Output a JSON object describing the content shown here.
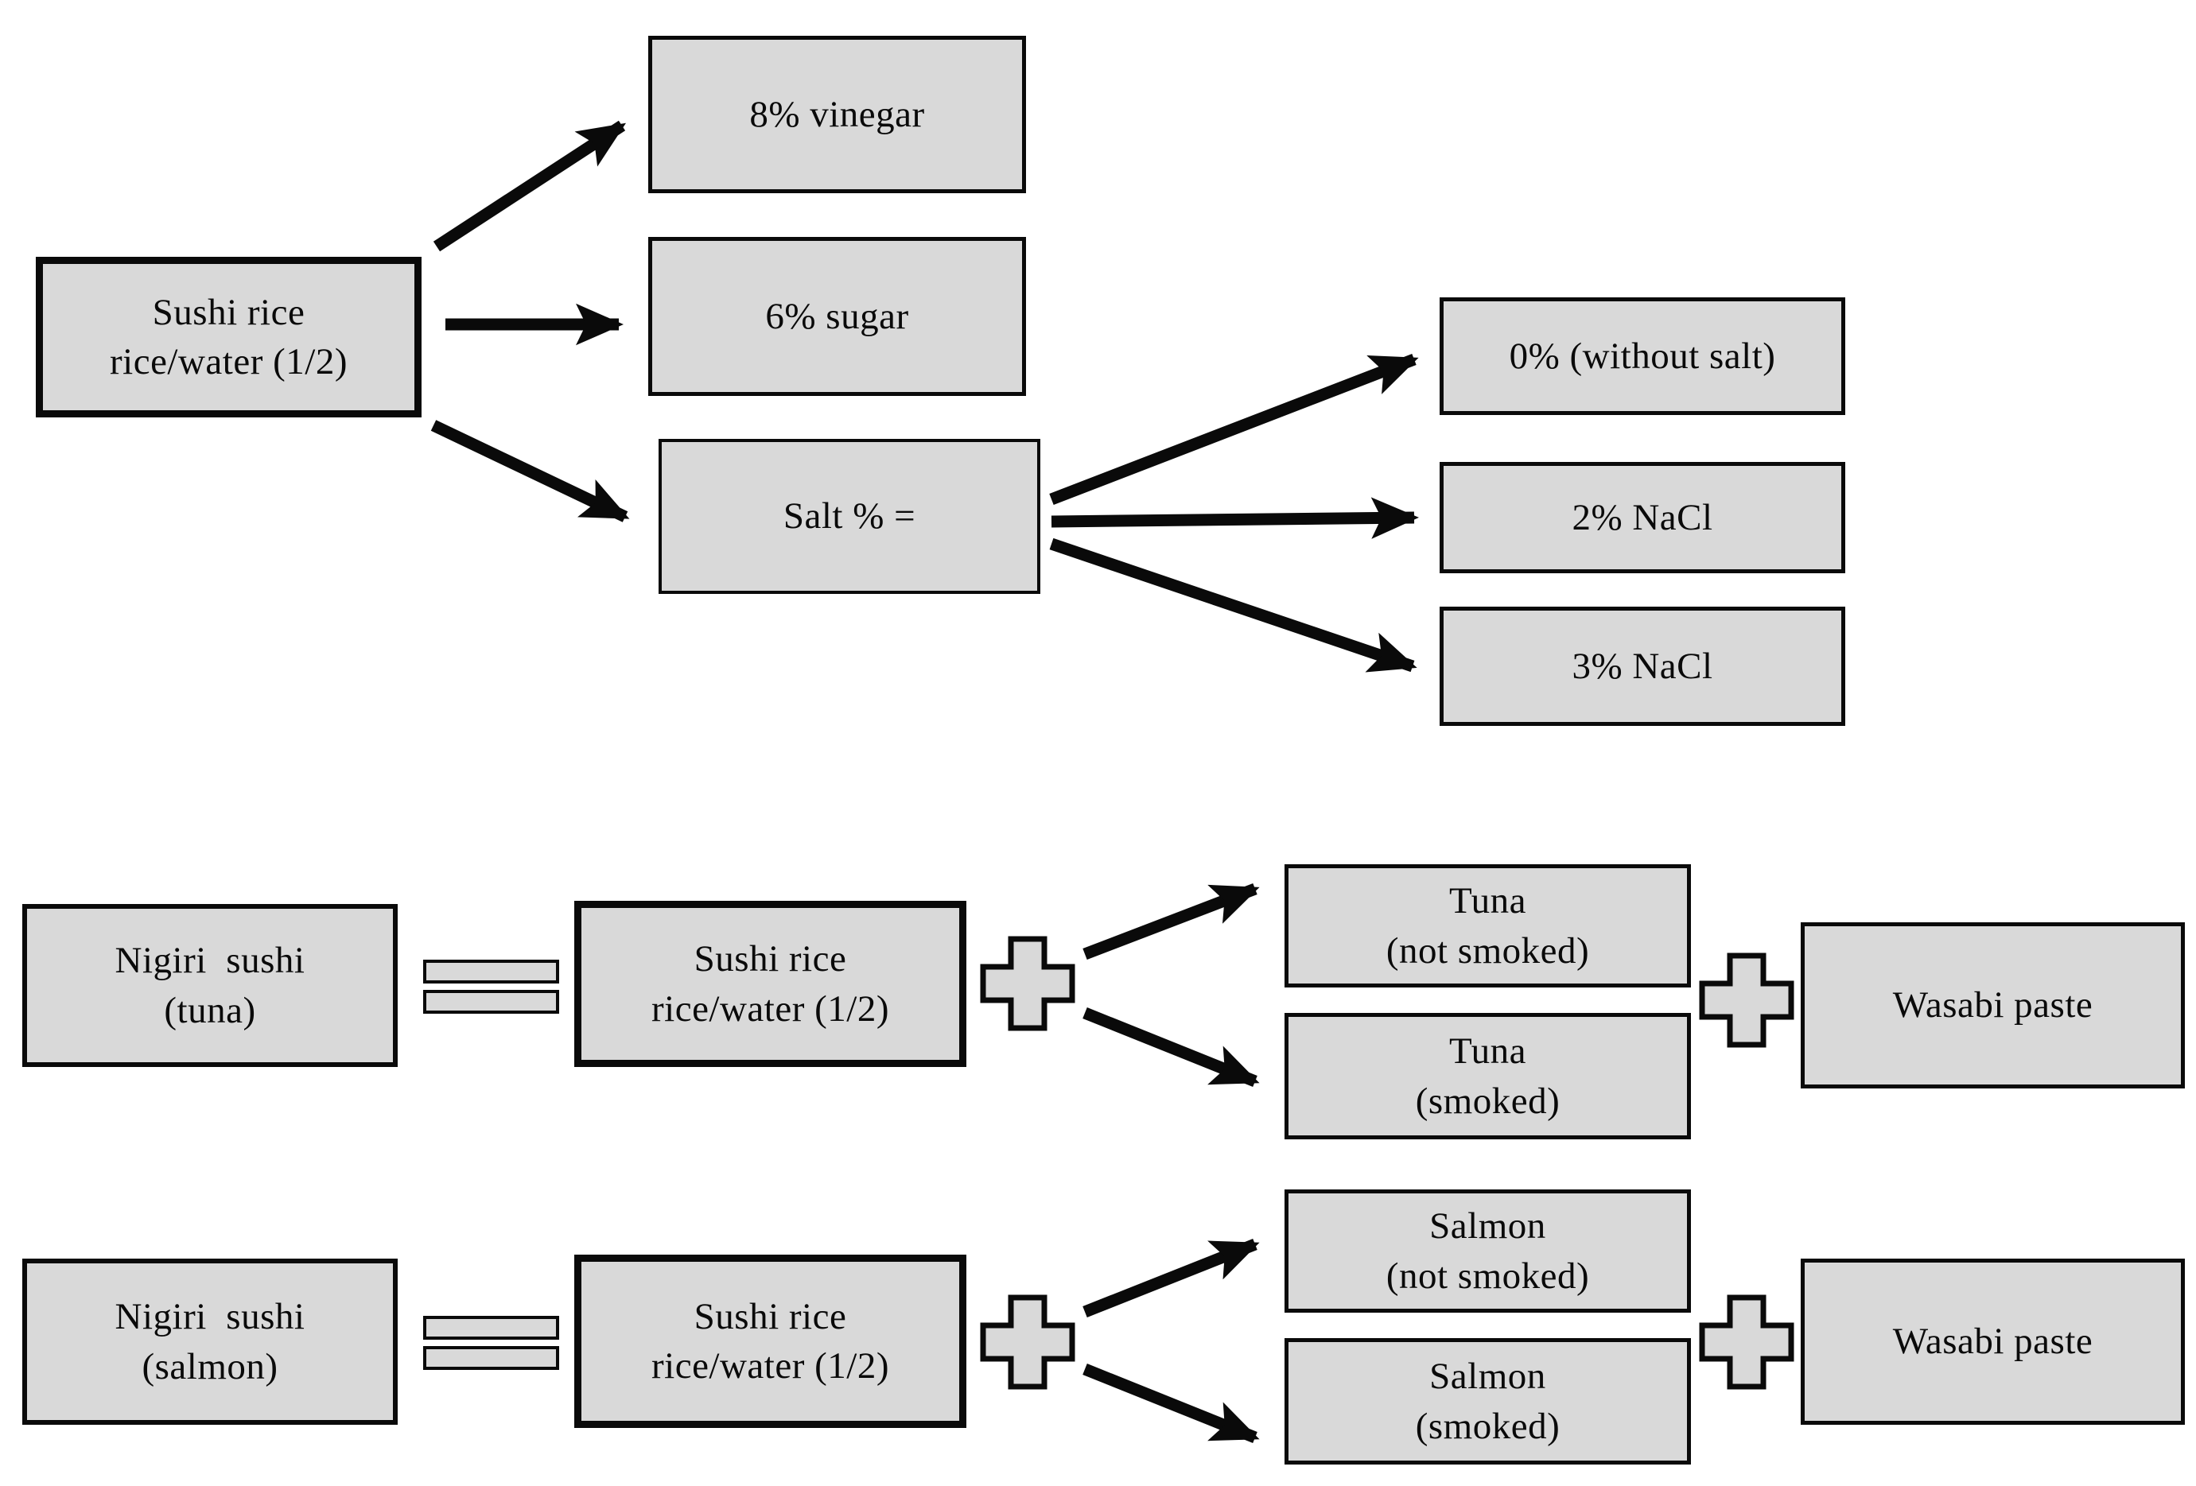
{
  "top_flow": {
    "root": "Sushi rice\nrice/water (1/2)",
    "vinegar": "8% vinegar",
    "sugar": "6% sugar",
    "salt": "Salt % =",
    "salt_levels": [
      "0% (without salt)",
      "2% NaCl",
      "3% NaCl"
    ]
  },
  "tuna_row": {
    "result": "Nigiri  sushi\n(tuna)",
    "base": "Sushi rice\nrice/water (1/2)",
    "options": [
      "Tuna\n(not smoked)",
      "Tuna\n(smoked)"
    ],
    "condiment": "Wasabi paste"
  },
  "salmon_row": {
    "result": "Nigiri  sushi\n(salmon)",
    "base": "Sushi rice\nrice/water (1/2)",
    "options": [
      "Salmon\n(not smoked)",
      "Salmon\n(smoked)"
    ],
    "condiment": "Wasabi paste"
  },
  "colors": {
    "box_fill": "#d9d9d9",
    "box_border": "#0a0a0a",
    "arrow": "#0a0a0a",
    "background": "#ffffff"
  }
}
